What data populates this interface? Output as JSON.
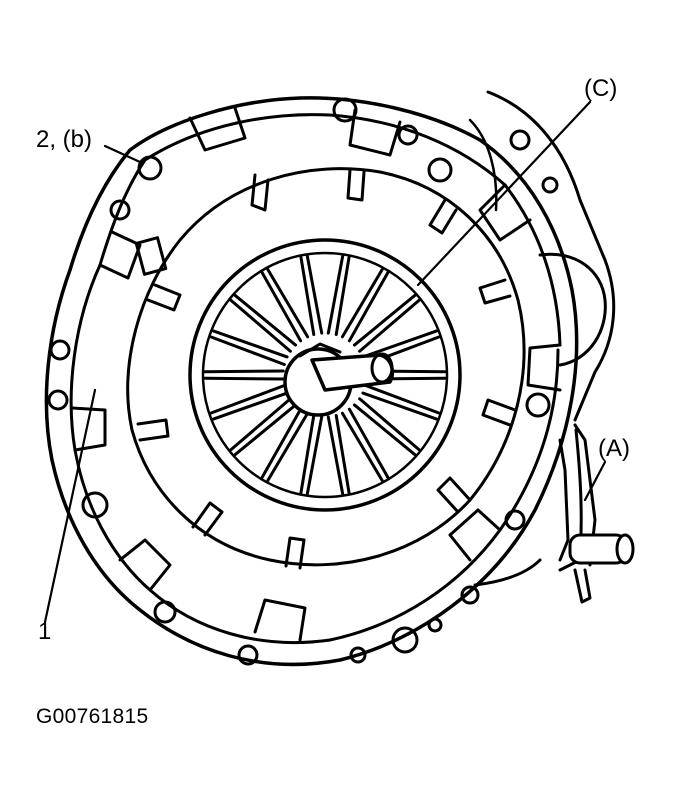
{
  "callouts": {
    "c": "(C)",
    "two_b": "2, (b)",
    "a": "(A)",
    "one": "1"
  },
  "figure_id": "G00761815",
  "colors": {
    "ink": "#000000",
    "paper": "#ffffff"
  }
}
